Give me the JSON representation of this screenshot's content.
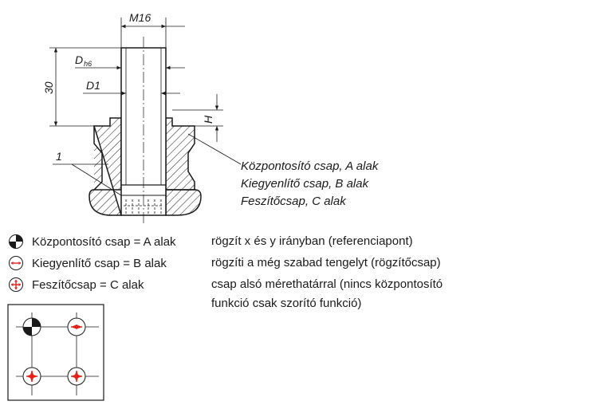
{
  "dimensions": {
    "thread": "M16",
    "dh6_main": "D",
    "dh6_sub": "h6",
    "d1": "D1",
    "length": "30",
    "height": "H"
  },
  "part_callout": "1",
  "variants_callout": [
    "Központosító csap, A alak",
    "Kiegyenlítő csap, B alak",
    "Feszítőcsap, C alak"
  ],
  "legend": [
    {
      "symbol": "centering-symbol-icon",
      "name": "Központosító csap = A alak",
      "desc": "rögzít x és y irányban (referenciapont)"
    },
    {
      "symbol": "compensating-symbol-icon",
      "name": "Kiegyenlítő csap = B alak",
      "desc": "rögzíti a még szabad tengelyt (rögzítőcsap)"
    },
    {
      "symbol": "clamping-symbol-icon",
      "name": "Feszítőcsap = C alak",
      "desc": "csap alsó mérethatárral (nincs központosító",
      "desc2": "funkció csak szorító funkció)"
    }
  ],
  "colors": {
    "line": "#1a1a1a",
    "accent": "#e2231a"
  }
}
